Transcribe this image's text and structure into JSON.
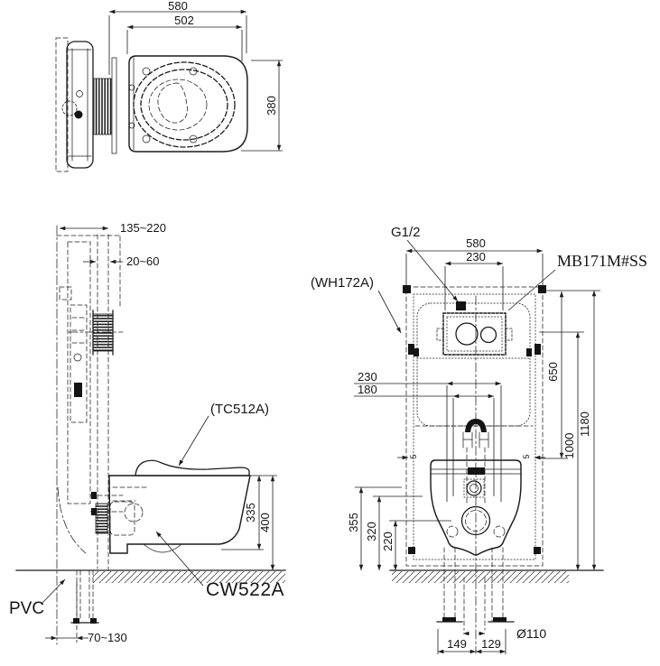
{
  "drawing": {
    "top_view": {
      "dim_overall_width": "580",
      "dim_seat_length": "502",
      "dim_depth": "380"
    },
    "side_view": {
      "dim_wall_depth": "135~220",
      "dim_panel_thickness": "20~60",
      "label_seat_model": "(TC512A)",
      "label_bowl_model": "CW522A",
      "label_pipe": "PVC",
      "dim_pipe_offset": "70~130",
      "dim_bowl_height": "335",
      "dim_seat_height": "400"
    },
    "front_view": {
      "label_inlet": "G1/2",
      "label_tank_model": "MB171M#SS",
      "label_frame_model": "(WH172A)",
      "dim_frame_width": "580",
      "dim_inlet_offset": "230",
      "dim_bolt_width_outer": "230",
      "dim_bolt_width_inner": "180",
      "dim_tank_drop": "650",
      "dim_inlet_height": "1000",
      "dim_frame_height": "1180",
      "dim_height_rim": "355",
      "dim_height_mid": "320",
      "dim_height_low": "220",
      "dim_gap_left": "5",
      "dim_gap_right": "5",
      "label_drain_dia": "Ø110",
      "dim_drain_left": "149",
      "dim_drain_right": "129"
    }
  }
}
